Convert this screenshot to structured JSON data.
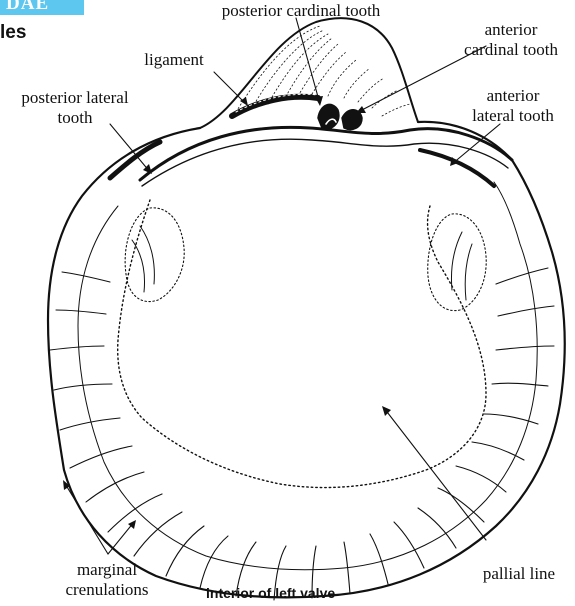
{
  "header": {
    "band_text": "DAE",
    "section_word": "les",
    "band_color": "#5ec7f0"
  },
  "labels": {
    "posterior_cardinal_tooth": "posterior cardinal tooth",
    "anterior_cardinal_tooth_line1": "anterior",
    "anterior_cardinal_tooth_line2": "cardinal tooth",
    "ligament": "ligament",
    "posterior_lateral_tooth_line1": "posterior lateral",
    "posterior_lateral_tooth_line2": "tooth",
    "anterior_lateral_tooth_line1": "anterior",
    "anterior_lateral_tooth_line2": "lateral tooth",
    "marginal_crenulations_line1": "marginal",
    "marginal_crenulations_line2": "crenulations",
    "pallial_line": "pallial line"
  },
  "caption": "interior of left valve",
  "colors": {
    "ink": "#111111",
    "background": "#ffffff"
  }
}
